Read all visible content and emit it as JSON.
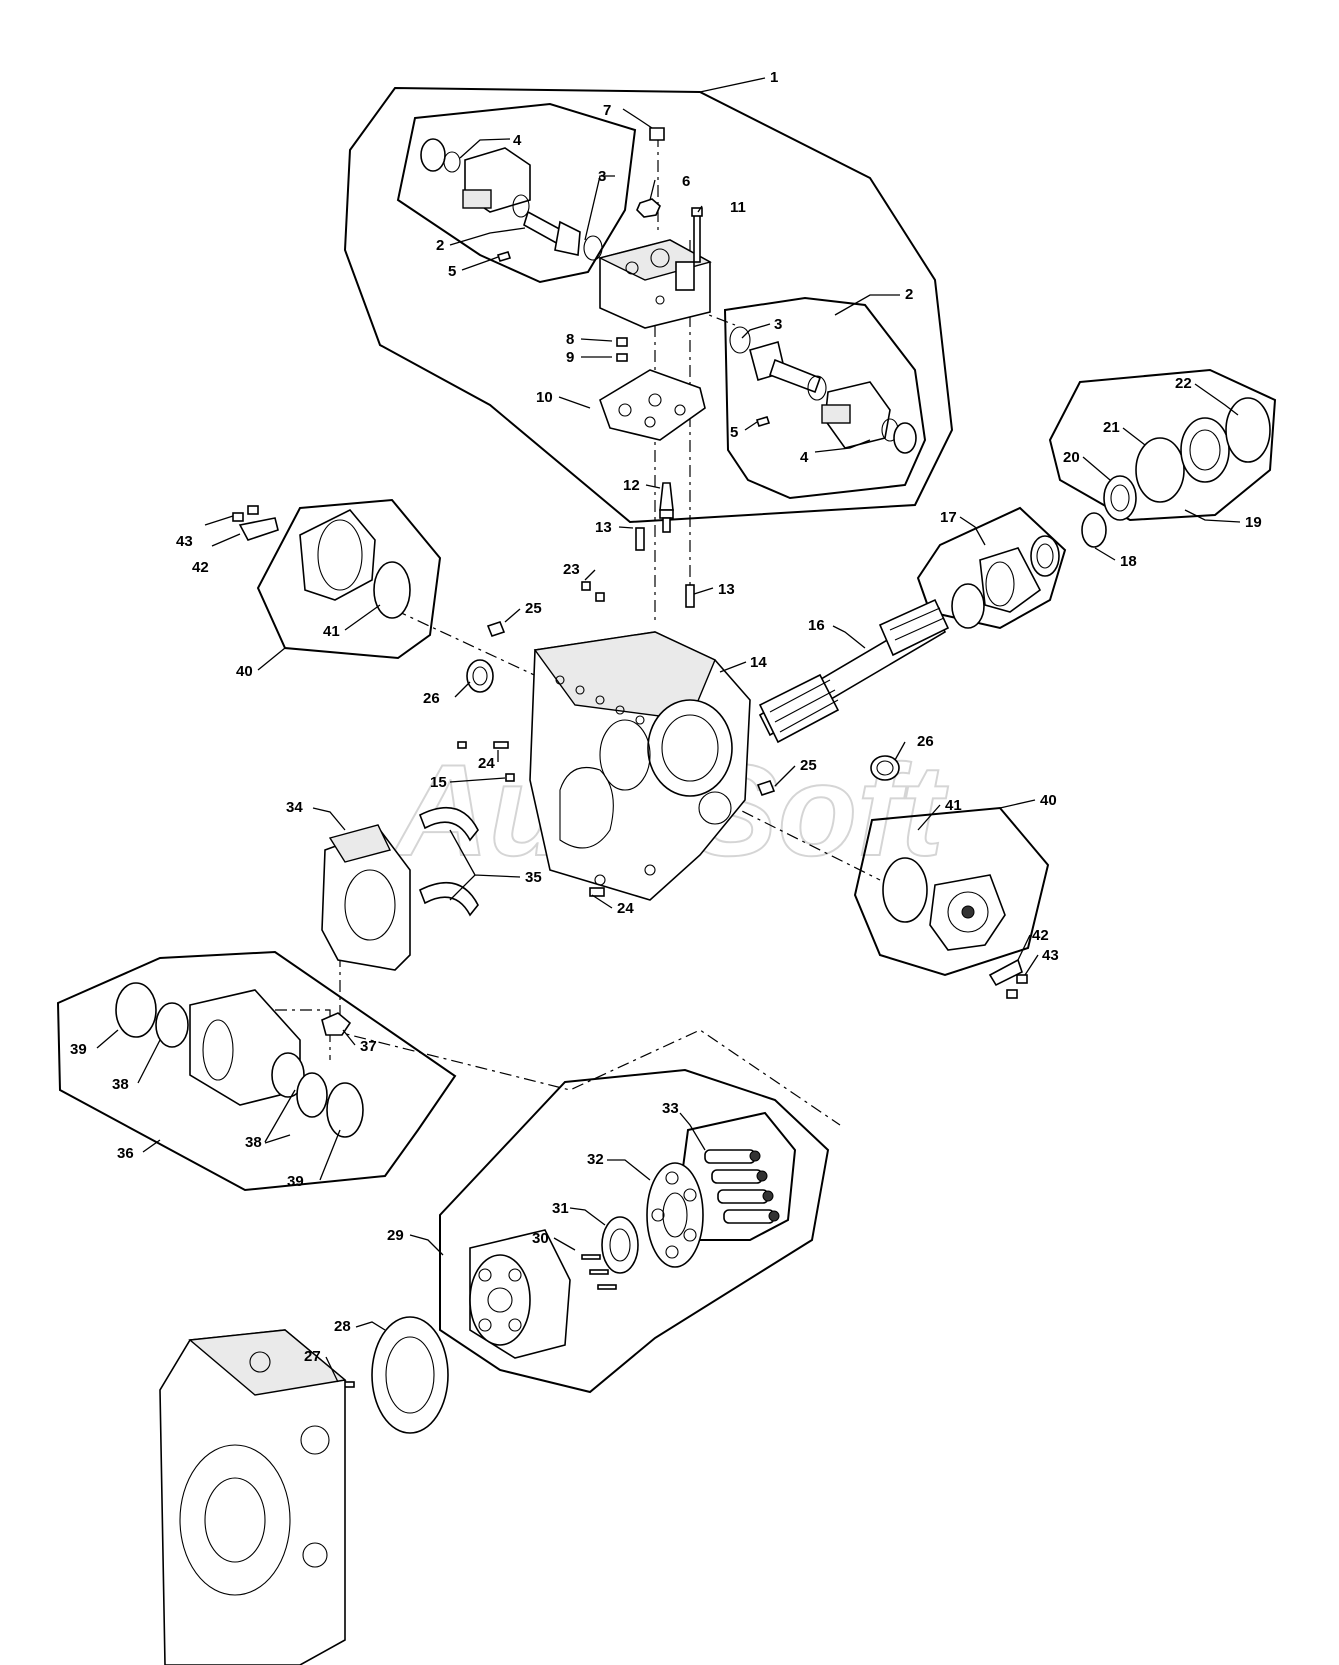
{
  "watermark": "AutoSoft",
  "callouts": [
    "1",
    "2",
    "3",
    "4",
    "5",
    "6",
    "7",
    "8",
    "9",
    "10",
    "11",
    "12",
    "13",
    "14",
    "15",
    "16",
    "17",
    "18",
    "19",
    "20",
    "21",
    "22",
    "23",
    "24",
    "25",
    "26",
    "27",
    "28",
    "29",
    "30",
    "31",
    "32",
    "33",
    "34",
    "35",
    "36",
    "37",
    "38",
    "39",
    "40",
    "41",
    "42",
    "43"
  ]
}
